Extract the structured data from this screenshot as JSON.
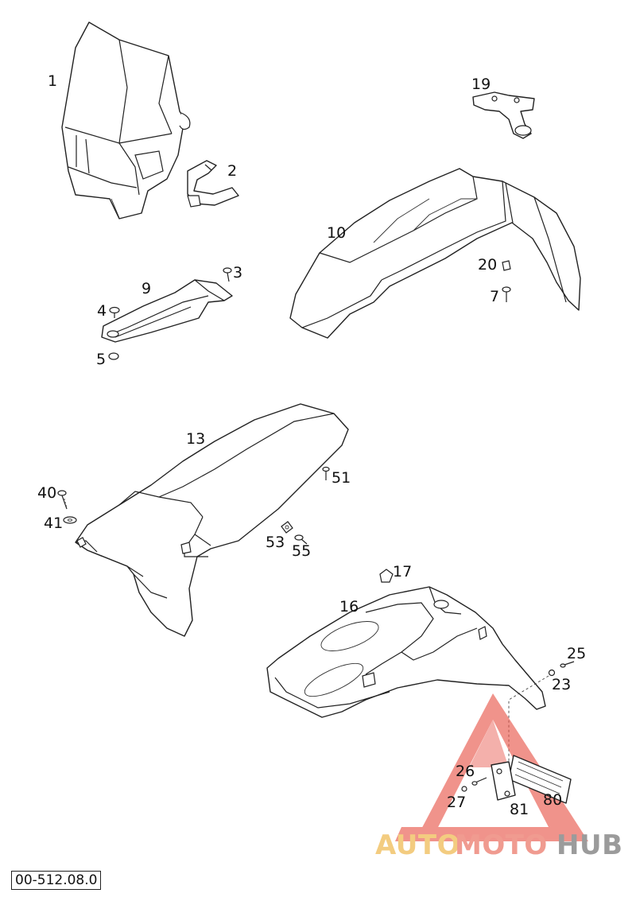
{
  "callouts": {
    "c1": "1",
    "c2": "2",
    "c3": "3",
    "c4": "4",
    "c5": "5",
    "c7": "7",
    "c9": "9",
    "c10": "10",
    "c13": "13",
    "c16": "16",
    "c17": "17",
    "c19": "19",
    "c20": "20",
    "c23": "23",
    "c25": "25",
    "c26": "26",
    "c27": "27",
    "c40": "40",
    "c41": "41",
    "c51": "51",
    "c53": "53",
    "c55": "55",
    "c80": "80",
    "c81": "81"
  },
  "watermark": {
    "part_a": "AUTO",
    "part_b": "MOTO",
    "part_c": "HUB",
    "color_a": "#f2c46b",
    "color_b": "#ee8a7d",
    "color_c": "#8a8a8a",
    "triangle_color": "#e8554a"
  },
  "reference_code": "00-512.08.0"
}
